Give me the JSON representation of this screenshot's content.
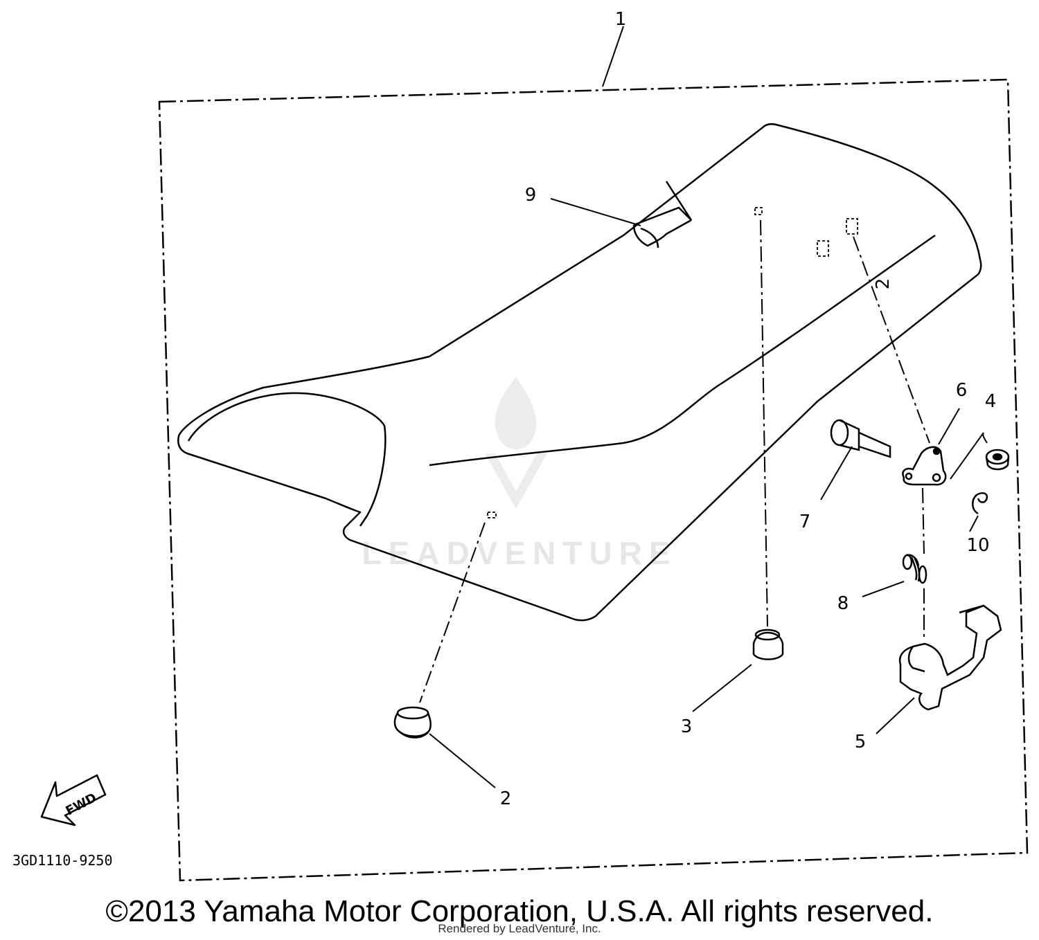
{
  "diagram": {
    "reference_code": "3GD1110-9250",
    "fwd_label": "FWD",
    "callouts": [
      "1",
      "2",
      "3",
      "4",
      "5",
      "6",
      "7",
      "8",
      "9",
      "10",
      "2"
    ]
  },
  "watermark": {
    "text": "LEADVENTURE"
  },
  "footer": {
    "copyright": "©2013 Yamaha Motor Corporation, U.S.A. All rights reserved.",
    "rendered_by": "Rendered by LeadVenture, Inc."
  }
}
